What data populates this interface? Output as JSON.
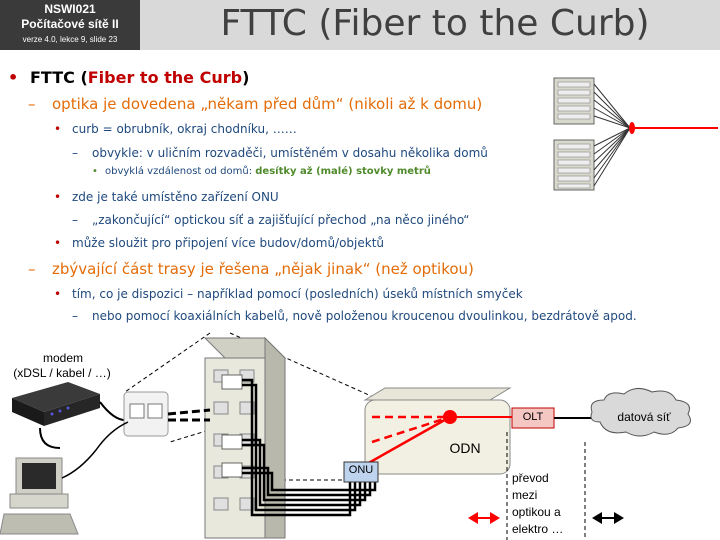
{
  "header": {
    "course_code": "NSWI021",
    "course_name": "Počítačové sítě II",
    "version": "verze 4.0, lekce 9, slide 23",
    "title": "FTTC (Fiber to the Curb)"
  },
  "bullets": {
    "b1_prefix": "FTTC (",
    "b1_term": "Fiber to the Curb",
    "b1_suffix": ")",
    "b2": "optika je dovedena „někam před dům“ (nikoli až k domu)",
    "b3": "curb = obrubník, okraj chodníku, ……",
    "b4": "obvykle: v uličním rozvaděči, umístěném v dosahu několika domů",
    "b5_prefix": "obvyklá vzdálenost od domů: ",
    "b5_emph": "desítky až (malé) stovky metrů",
    "b6": "zde je také umístěno zařízení ONU",
    "b7": "„zakončující“ optickou síť a zajišťující přechod „na něco jiného“",
    "b8": "může sloužit pro připojení více budov/domů/objektů",
    "b9": "zbývající část trasy je řešena „nějak jinak“ (než optikou)",
    "b10": "tím, co je dispozici – například pomocí (posledních) úseků místních smyček",
    "b11": "nebo pomocí koaxiálních kabelů, nově položenou kroucenou dvoulinkou, bezdrátově apod."
  },
  "diagram": {
    "modem_label_1": "modem",
    "modem_label_2": "(xDSL / kabel / …)",
    "onu_label": "ONU",
    "odn_label": "ODN",
    "olt_label": "OLT",
    "cloud_label": "datová síť",
    "conv_1": "převod",
    "conv_2": "mezi",
    "conv_3": "optikou a",
    "conv_4": "elektro …"
  },
  "colors": {
    "fiber": "#ff0000",
    "bullet_orange": "#e36c09",
    "text_blue": "#1f497d",
    "emph_green": "#4f8a2b",
    "term_red": "#c00000"
  }
}
